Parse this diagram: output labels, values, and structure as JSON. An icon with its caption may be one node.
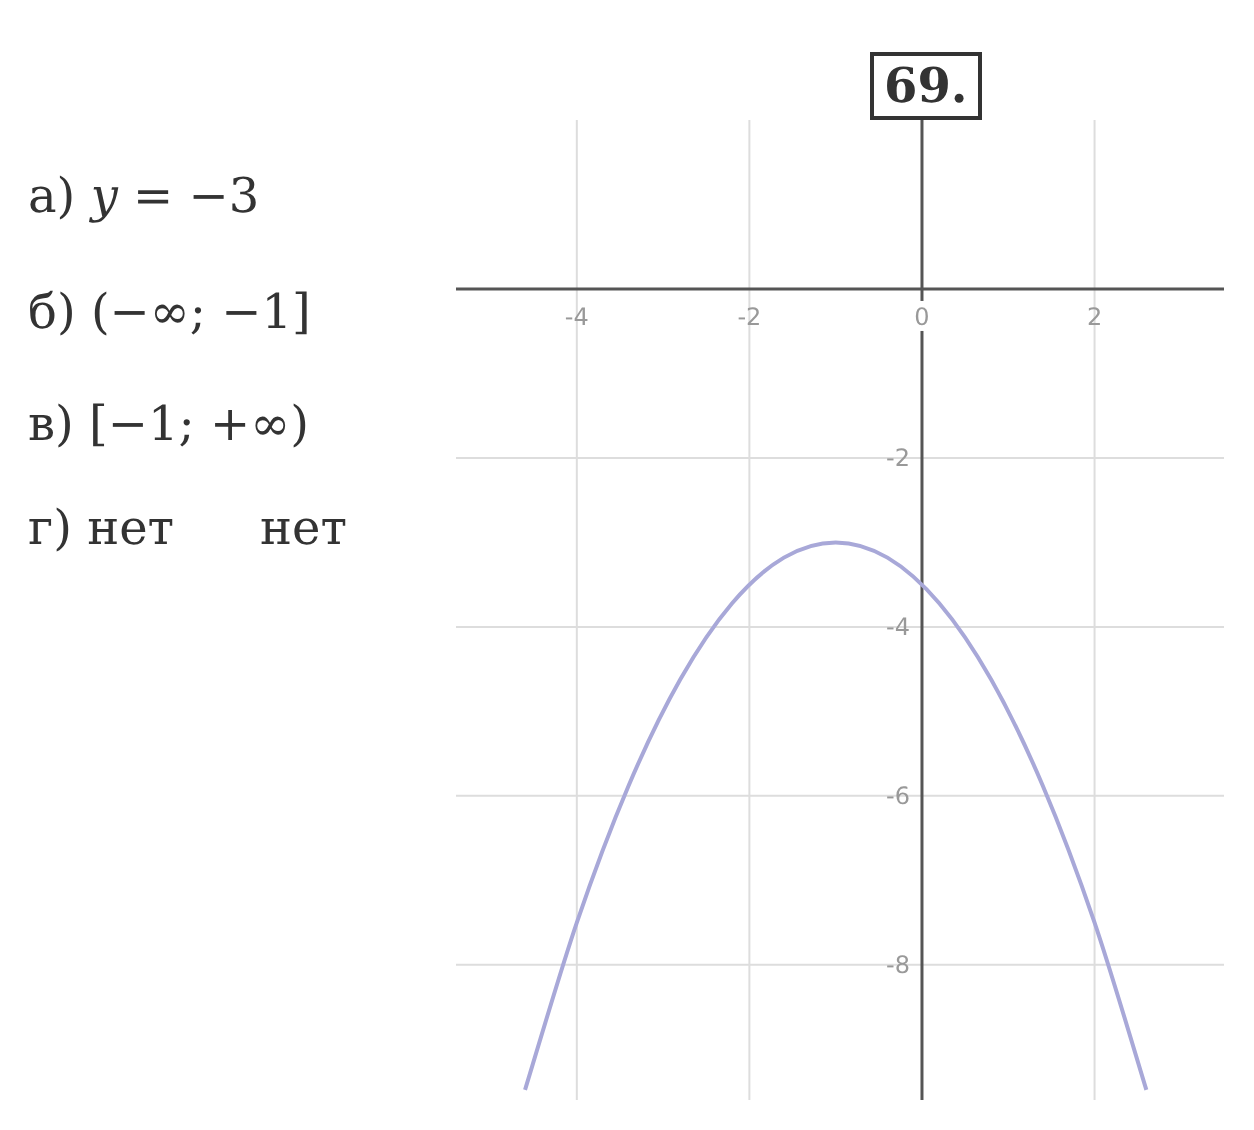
{
  "diagram": {
    "nodes": [
      {
        "text": [
          "69."
        ]
      }
    ],
    "labels": [
      "а) *y* = −3",
      "б) (−∞; −1]",
      "в) [−1; +∞)",
      "г) нет",
      "нет"
    ],
    "chart_data": {
      "type": "line",
      "x": [
        -4.6,
        -4,
        -3.4,
        -2.8,
        -2.2,
        -1.6,
        -1,
        -0.4,
        0.2,
        0.8,
        1.4,
        2,
        2.6
      ],
      "series": [
        {
          "color": "#a8a8d8",
          "values": [
            -9.48,
            -7.5,
            -5.88,
            -4.62,
            -3.72,
            -3.18,
            -3,
            -3.18,
            -3.72,
            -4.62,
            -5.88,
            -7.5,
            -9.48
          ]
        }
      ],
      "xlim": [
        -5.4,
        3.5
      ],
      "ylim": [
        -9.6,
        2.0
      ],
      "xticks": [
        -4,
        -2,
        0,
        2
      ],
      "yticks": [
        -2,
        -4,
        -6,
        -8
      ],
      "grid": true
    }
  }
}
